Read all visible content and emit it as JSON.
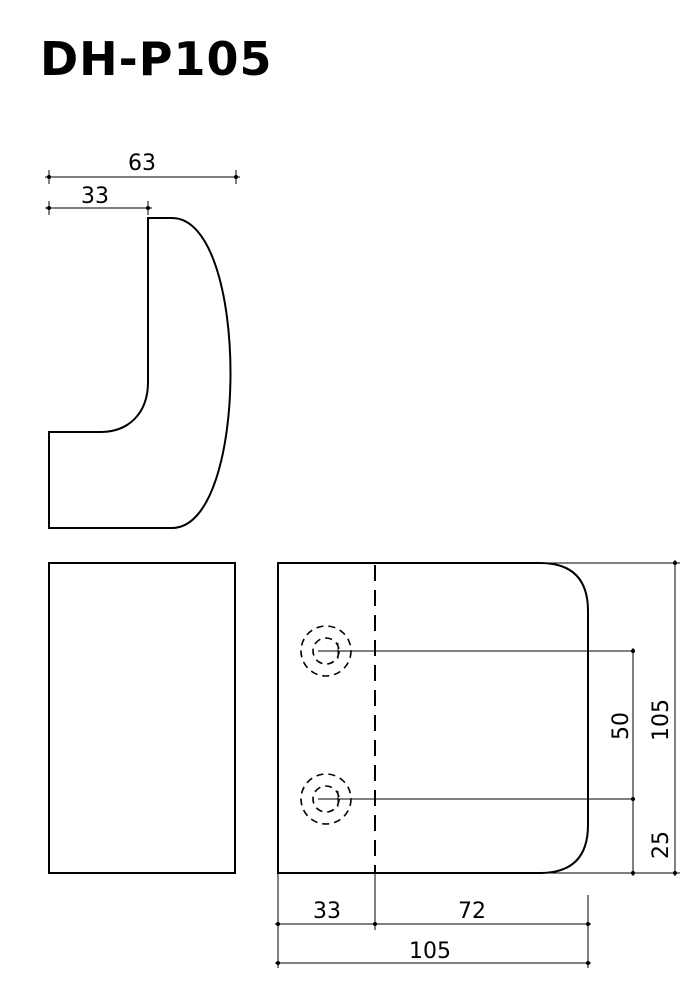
{
  "title": "DH-P105",
  "dimensions": {
    "side_total_width": "63",
    "side_top_width": "33",
    "front_left_width": "33",
    "front_right_width": "72",
    "front_total_width": "105",
    "height_total": "105",
    "hole_spacing": "50",
    "hole_offset_bottom": "25"
  }
}
